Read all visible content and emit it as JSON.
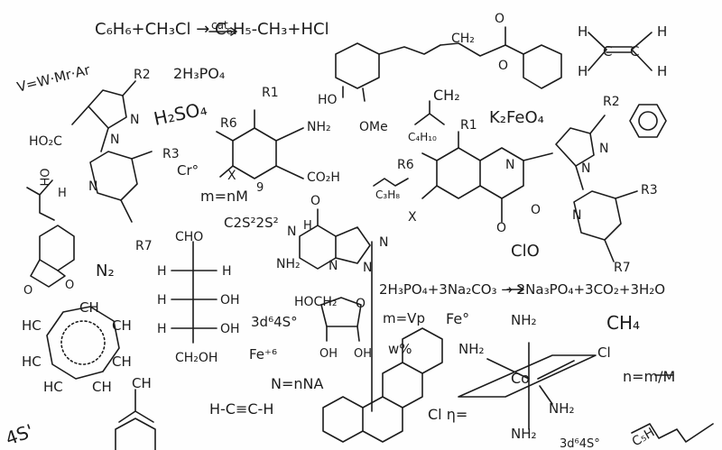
{
  "doodle": {
    "eq_benzene_cat": "C₆H₆+CH₃Cl → C₆H₅-CH₃+HCl",
    "eq_cat_label": "cat",
    "v_formula": "V=W·Mr·Ar",
    "h3po4": "2H₃PO₄",
    "h2so4": "H₂SO₄",
    "cr": "Cr°",
    "n2": "N₂",
    "m_nm": "m=nM",
    "c2s2": "C2S²2S²",
    "ch2_top": "CH₂",
    "c4h10": "C₄H₁₀",
    "k2feo4": "K₂FeO₄",
    "c3h8": "C₃H₈",
    "clo": "ClO",
    "reaction_phosphate": "2H₃PO₄+3Na₂CO₃ → 2Na₃PO₄+3CO₂+3H₂O",
    "m_vp": "m=Vp",
    "fe0": "Fe°",
    "ch4": "CH₄",
    "d3_4s0": "3d⁶4S°",
    "fe6": "Fe⁺⁶",
    "n_nna": "N=nNA",
    "hcch": "H-C≡C-H",
    "w_pct": "w%",
    "cl_eta": "Cl η=",
    "n_m_over_M": "n=m/M",
    "nh2": "NH₂",
    "cl": "Cl",
    "co": "Co",
    "ho": "HO",
    "ome": "OMe",
    "r1": "R1",
    "r2": "R2",
    "r3": "R3",
    "r6": "R6",
    "r7": "R7",
    "x": "X",
    "nh2_label": "NH₂",
    "co2h": "CO₂H",
    "hooc": "HO₂C",
    "n": "N",
    "o": "O",
    "oh": "OH",
    "ch2oh": "CH₂OH",
    "cho": "CHO",
    "hoch2": "HOCH₂",
    "h": "H",
    "hc": "HC",
    "ch": "CH",
    "c": "C",
    "nine": "9",
    "c5h": "C₅H",
    "frag_4s": "4S'",
    "frag_bottom": "3d⁶4S°"
  }
}
